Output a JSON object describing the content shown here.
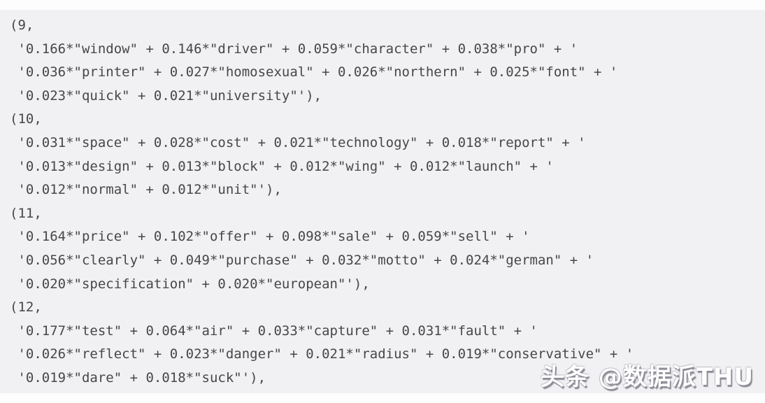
{
  "page": {
    "background_color": "#f1f0f3",
    "margin_color": "#fdfdfe",
    "text_color": "#474747"
  },
  "console": {
    "description": "Python console output of LDA topic model print_topics results for topics 9-12",
    "lines": [
      "(9,",
      " '0.166*\"window\" + 0.146*\"driver\" + 0.059*\"character\" + 0.038*\"pro\" + '",
      " '0.036*\"printer\" + 0.027*\"homosexual\" + 0.026*\"northern\" + 0.025*\"font\" + '",
      " '0.023*\"quick\" + 0.021*\"university\"'),",
      "(10,",
      " '0.031*\"space\" + 0.028*\"cost\" + 0.021*\"technology\" + 0.018*\"report\" + '",
      " '0.013*\"design\" + 0.013*\"block\" + 0.012*\"wing\" + 0.012*\"launch\" + '",
      " '0.012*\"normal\" + 0.012*\"unit\"'),",
      "(11,",
      " '0.164*\"price\" + 0.102*\"offer\" + 0.098*\"sale\" + 0.059*\"sell\" + '",
      " '0.056*\"clearly\" + 0.049*\"purchase\" + 0.032*\"motto\" + 0.024*\"german\" + '",
      " '0.020*\"specification\" + 0.020*\"european\"'),",
      "(12,",
      " '0.177*\"test\" + 0.064*\"air\" + 0.033*\"capture\" + 0.031*\"fault\" + '",
      " '0.026*\"reflect\" + 0.023*\"danger\" + 0.021*\"radius\" + 0.019*\"conservative\" + '",
      " '0.019*\"dare\" + 0.018*\"suck\"'),"
    ]
  },
  "watermark": {
    "text": "头条 @数据派THU"
  }
}
